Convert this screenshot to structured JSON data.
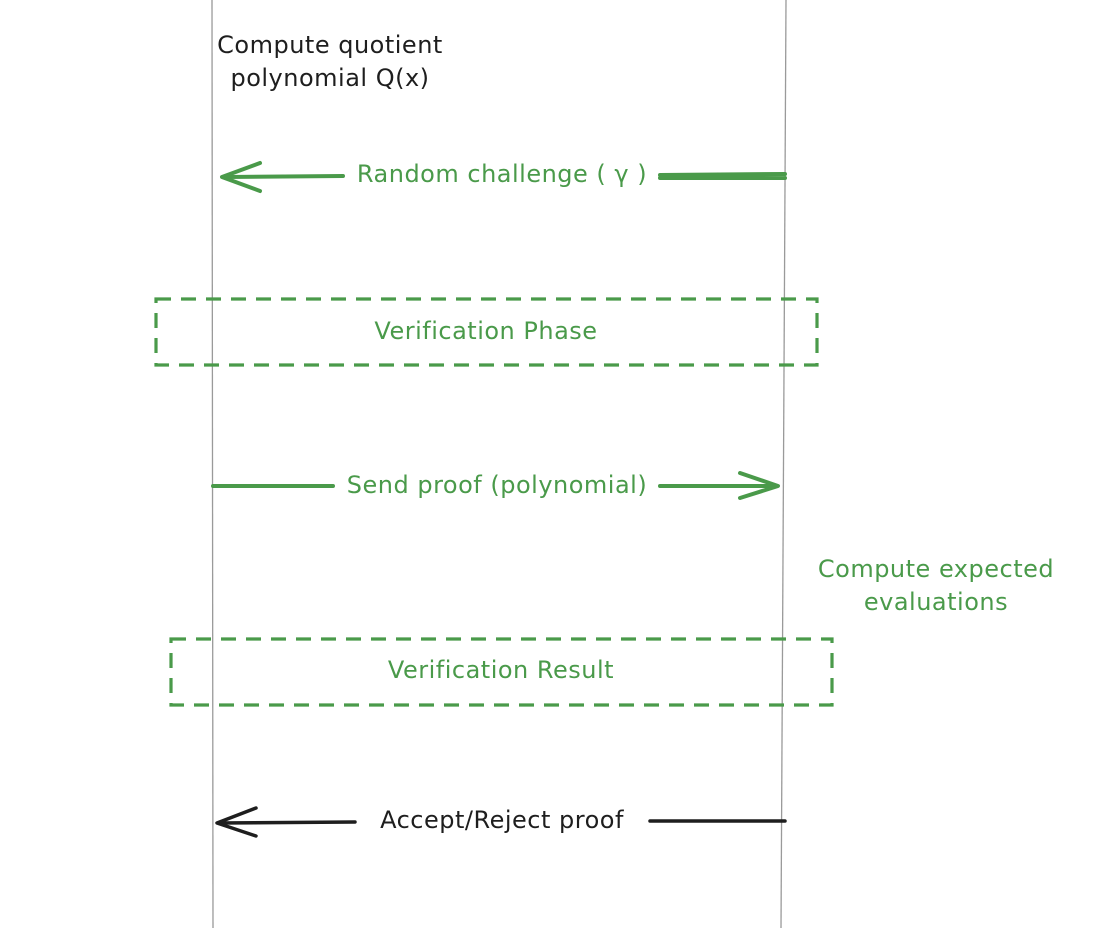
{
  "notes": {
    "prover_compute": [
      "Compute quotient",
      "polynomial Q(x)"
    ],
    "verifier_compute": [
      "Compute expected",
      "evaluations"
    ]
  },
  "messages": {
    "challenge": "Random challenge ( γ )",
    "send_proof": "Send proof (polynomial)",
    "result": "Accept/Reject proof"
  },
  "frames": {
    "verification_phase": "Verification Phase",
    "verification_result": "Verification Result"
  },
  "colors": {
    "green": "#4a9a4a",
    "dark": "#1e1e1e",
    "lifeline": "#9a9a9a"
  }
}
